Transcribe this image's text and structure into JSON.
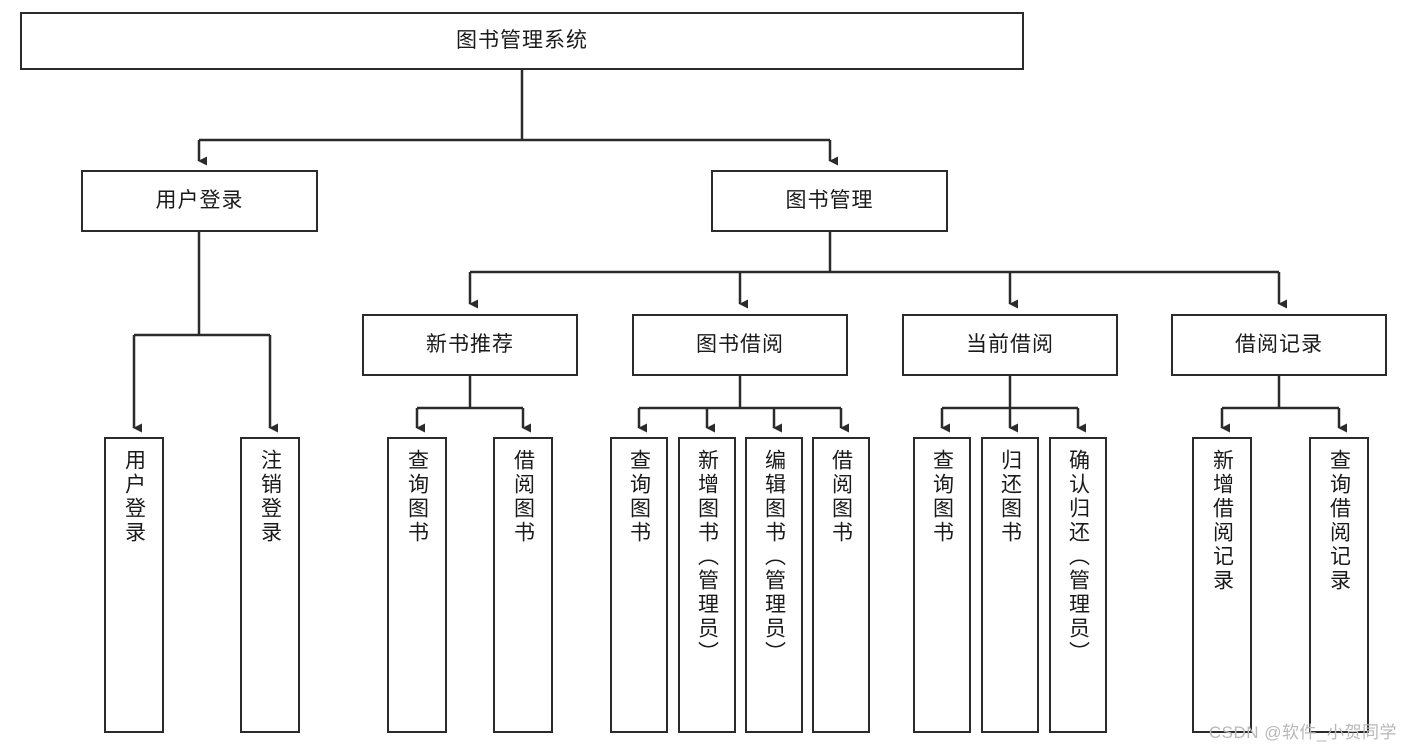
{
  "diagram": {
    "title": "图书管理系统",
    "watermark": "CSDN @软件_小贺同学",
    "colors": {
      "background": "#ffffff",
      "box_border": "#2b2b2b",
      "connector": "#2b2b2b",
      "text": "#1a1a1a",
      "watermark": "#b8b8b8"
    },
    "root": {
      "label": "图书管理系统"
    },
    "level2": [
      {
        "label": "用户登录"
      },
      {
        "label": "图书管理"
      }
    ],
    "level3": [
      {
        "label": "新书推荐"
      },
      {
        "label": "图书借阅"
      },
      {
        "label": "当前借阅"
      },
      {
        "label": "借阅记录"
      }
    ],
    "leaves": {
      "user_login": [
        {
          "label": "用户登录"
        },
        {
          "label": "注销登录"
        }
      ],
      "new_book": [
        {
          "label": "查询图书"
        },
        {
          "label": "借阅图书"
        }
      ],
      "book_borrow": [
        {
          "label": "查询图书"
        },
        {
          "label": "新增图书（管理员）"
        },
        {
          "label": "编辑图书（管理员）"
        },
        {
          "label": "借阅图书"
        }
      ],
      "current_borrow": [
        {
          "label": "查询图书"
        },
        {
          "label": "归还图书"
        },
        {
          "label": "确认归还（管理员）"
        }
      ],
      "borrow_record": [
        {
          "label": "新增借阅记录"
        },
        {
          "label": "查询借阅记录"
        }
      ]
    }
  }
}
